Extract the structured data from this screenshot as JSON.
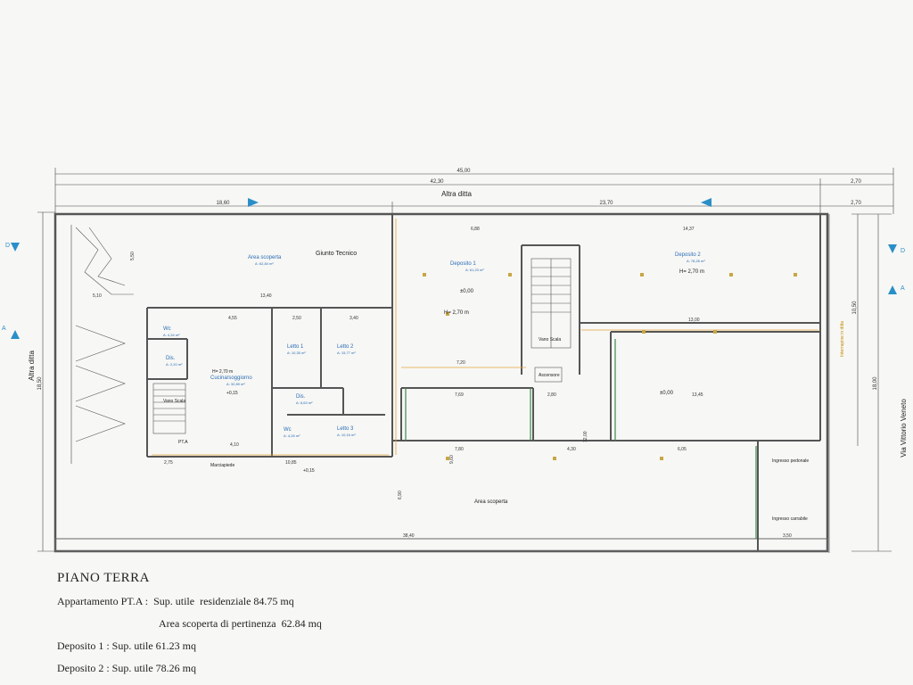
{
  "plan": {
    "dimensions": {
      "overall_width": "45,00",
      "inner_width": "42,30",
      "right_margin": "2,70",
      "right_margin_2": "2,70",
      "left_segment": "18,60",
      "right_segment": "23,70",
      "left_depth": "18,50",
      "right_depth": "18,00",
      "right_depth_2": "10,50",
      "bottom_width": "38,40",
      "bottom_right": "3,50",
      "d_13_40": "13,40",
      "d_10_85": "10,85",
      "d_7_20": "7,20",
      "d_7_69": "7,69",
      "d_7_80": "7,80",
      "d_2_80": "2,80",
      "d_13_00": "13,00",
      "d_13_45": "13,45",
      "d_14_37": "14,37",
      "d_6_88": "6,88",
      "d_4_30": "4,30",
      "d_6_05": "6,05",
      "d_4_10": "4,10",
      "d_2_75": "2,75",
      "d_4_55": "4,55",
      "d_2_50": "2,50",
      "d_3_40": "3,40",
      "d_5_10": "5,10",
      "d_5_50": "5,50",
      "d_6_90": "6,90",
      "d_9_60": "9,60",
      "d_12_00": "12,00"
    },
    "labels": {
      "altra_ditta_top": "Altra ditta",
      "altra_ditta_left": "Altra ditta",
      "via": "Via Vittorio Veneto",
      "giunto": "Giunto Tecnico",
      "area_scoperta_top": "Area scoperta",
      "area_scoperta_top_area": "A: 62,84 m²",
      "area_scoperta_bottom": "Area scoperta",
      "deposito1": "Deposito 1",
      "deposito1_area": "A: 61,23 m²",
      "deposito1_h": "H= 2,70 m",
      "deposito1_level": "±0,00",
      "deposito2": "Deposito 2",
      "deposito2_area": "A: 78,26 m²",
      "deposito2_h": "H= 2,70 m",
      "deposito2_level": "±0,00",
      "vano_scala": "Vano Scala",
      "vano_scala_2": "Vano Scala",
      "ascensore": "Ascensore",
      "cucina": "Cucina/soggiorno",
      "cucina_area": "A: 32,89 m²",
      "cucina_h": "H= 2,70 m",
      "cucina_level": "+0,15",
      "letto1": "Letto 1",
      "letto1_area": "A: 10,35 m²",
      "letto2": "Letto 2",
      "letto2_area": "A: 15,77 m²",
      "letto3": "Letto 3",
      "letto3_area": "A: 10,16 m²",
      "wc1": "Wc",
      "wc1_area": "A: 4,34 m²",
      "wc2": "Wc",
      "wc2_area": "A: 4,26 m²",
      "dis1": "Dis.",
      "dis1_area": "A: 2,20 m²",
      "dis2": "Dis.",
      "dis2_area": "A: 6,63 m²",
      "pta": "PT.A",
      "marciapiede": "Marciapiede",
      "marciapiede_level": "+0,15",
      "ingresso_pedonale": "Ingresso pedonale",
      "ingresso_carrabile": "Ingresso carrabile",
      "section_d": "D",
      "section_a": "A",
      "section_d_right": "D",
      "section_a_right": "A",
      "interrapine": "Interrapine in ditta"
    }
  },
  "notes": {
    "title": "PIANO TERRA",
    "line1": "Appartamento PT.A :  Sup. utile  residenziale 84.75 mq",
    "line2": "Area scoperta di pertinenza  62.84 mq",
    "line3": "Deposito 1 : Sup. utile 61.23 mq",
    "line4": "Deposito 2 : Sup. utile 78.26 mq"
  }
}
